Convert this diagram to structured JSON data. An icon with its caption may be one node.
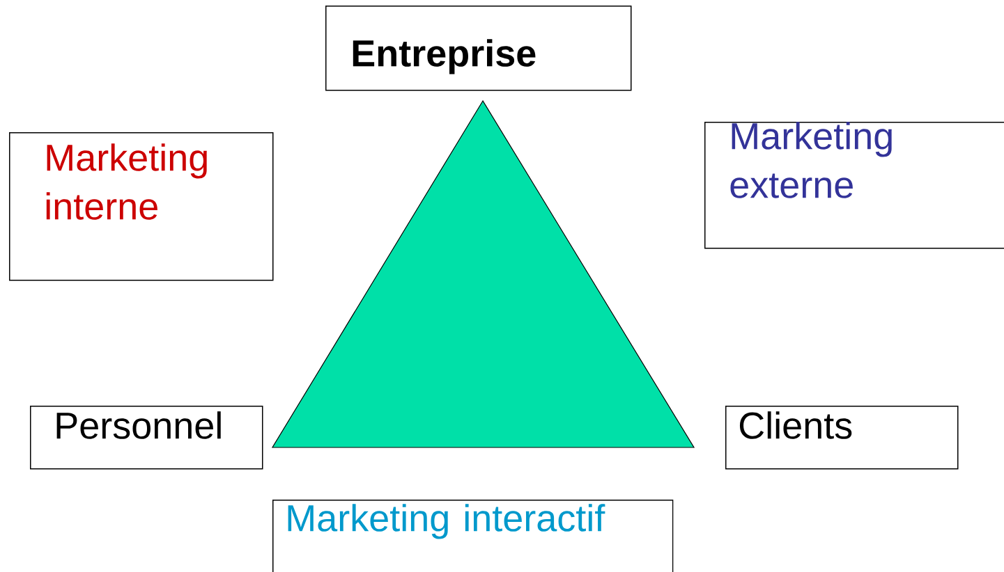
{
  "diagram": {
    "nodes": [
      {
        "text": [
          "Entreprise"
        ]
      },
      {
        "text": [
          "Marketing interne"
        ]
      },
      {
        "text": [
          "Marketing externe"
        ]
      },
      {
        "text": [],
        "shape": "triangle"
      },
      {
        "text": [
          "Personnel"
        ]
      },
      {
        "text": [
          "Clients"
        ]
      },
      {
        "text": [
          "Marketing interactif"
        ]
      }
    ]
  }
}
